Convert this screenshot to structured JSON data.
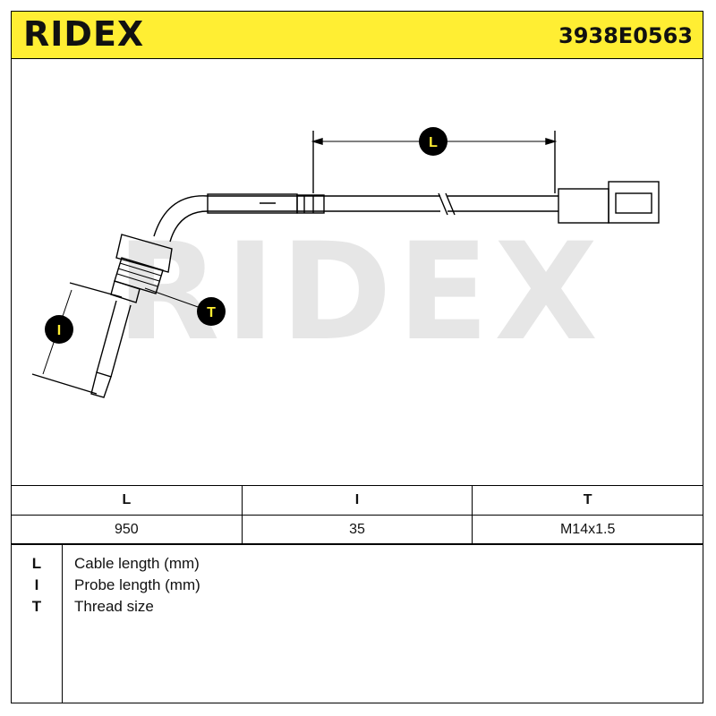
{
  "header": {
    "brand": "RIDEX",
    "part_number": "3938E0563",
    "background_color": "#ffee33"
  },
  "drawing": {
    "watermark": "RIDEX",
    "labels": {
      "cable": "L",
      "probe": "I",
      "thread": "T"
    }
  },
  "specs_table": {
    "columns": [
      "L",
      "I",
      "T"
    ],
    "values": [
      "950",
      "35",
      "M14x1.5"
    ]
  },
  "legend": [
    {
      "key": "L",
      "description": "Cable length (mm)"
    },
    {
      "key": "I",
      "description": "Probe length (mm)"
    },
    {
      "key": "T",
      "description": "Thread size"
    }
  ]
}
